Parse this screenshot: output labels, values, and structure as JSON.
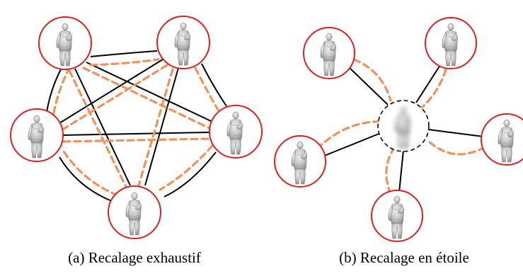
{
  "figure": {
    "panels": [
      {
        "id": "a",
        "caption": "(a) Recalage exhaustif",
        "layout": "complete-graph",
        "node_count": 5
      },
      {
        "id": "b",
        "caption": "(b) Recalage en étoile",
        "layout": "star",
        "node_count": 5,
        "center_node": "blurred-template"
      }
    ],
    "colors": {
      "node_ring": "#e01f1f",
      "solid_edge": "#000000",
      "dashed_edge": "#f0925a",
      "figure_fill": "#c9c9c9",
      "center_ring": "#000000"
    }
  }
}
